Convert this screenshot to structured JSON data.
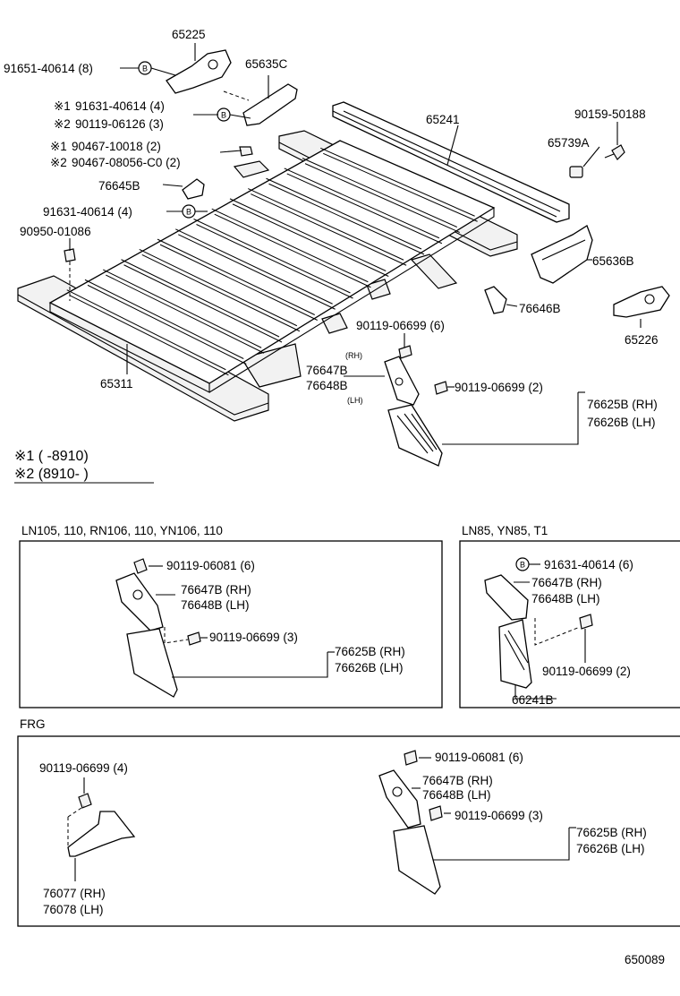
{
  "main": {
    "p65225": "65225",
    "p91651": "91651-40614 (8)",
    "p65635c": "65635C",
    "note1_mark": "※1",
    "note2_mark": "※2",
    "p91631a": "91631-40614 (4)",
    "p90119_06126": "90119-06126 (3)",
    "p90467_10018": "90467-10018 (2)",
    "p90467_08056": "90467-08056-C0 (2)",
    "p76645b": "76645B",
    "p91631b": "91631-40614 (4)",
    "p90950": "90950-01086",
    "p65241": "65241",
    "p90159": "90159-50188",
    "p65739a": "65739A",
    "p65636b": "65636B",
    "p76646b": "76646B",
    "p65226": "65226",
    "p90119_06699a": "90119-06699 (6)",
    "rh_small": "(RH)",
    "lh_small": "(LH)",
    "p76647b": "76647B",
    "p76648b": "76648B",
    "p90119_06699b": "90119-06699 (2)",
    "p76625b": "76625B (RH)",
    "p76626b": "76626B (LH)",
    "p65311": "65311",
    "bolt_symbol": "B"
  },
  "notes": {
    "n1": "※1 (      -8910)",
    "n2": "※2 (8910-      )"
  },
  "box_ln105": {
    "title": "LN105, 110, RN106, 110, YN106, 110",
    "p90119_06081": "90119-06081 (6)",
    "p76647b": "76647B (RH)",
    "p76648b": "76648B (LH)",
    "p90119_06699": "90119-06699 (3)",
    "p76625b": "76625B (RH)",
    "p76626b": "76626B (LH)"
  },
  "box_ln85": {
    "title": "LN85, YN85, T1",
    "p91631": "91631-40614 (6)",
    "p76647b": "76647B (RH)",
    "p76648b": "76648B (LH)",
    "p90119_06699": "90119-06699 (2)",
    "p66241b": "66241B"
  },
  "box_frg": {
    "title": "FRG",
    "p90119_06699a": "90119-06699 (4)",
    "p76077": "76077 (RH)",
    "p76078": "76078 (LH)",
    "p90119_06081": "90119-06081 (6)",
    "p76647b": "76647B (RH)",
    "p76648b": "76648B (LH)",
    "p90119_06699b": "90119-06699 (3)",
    "p76625b": "76625B (RH)",
    "p76626b": "76626B (LH)"
  },
  "footer": {
    "diagram_id": "650089"
  }
}
